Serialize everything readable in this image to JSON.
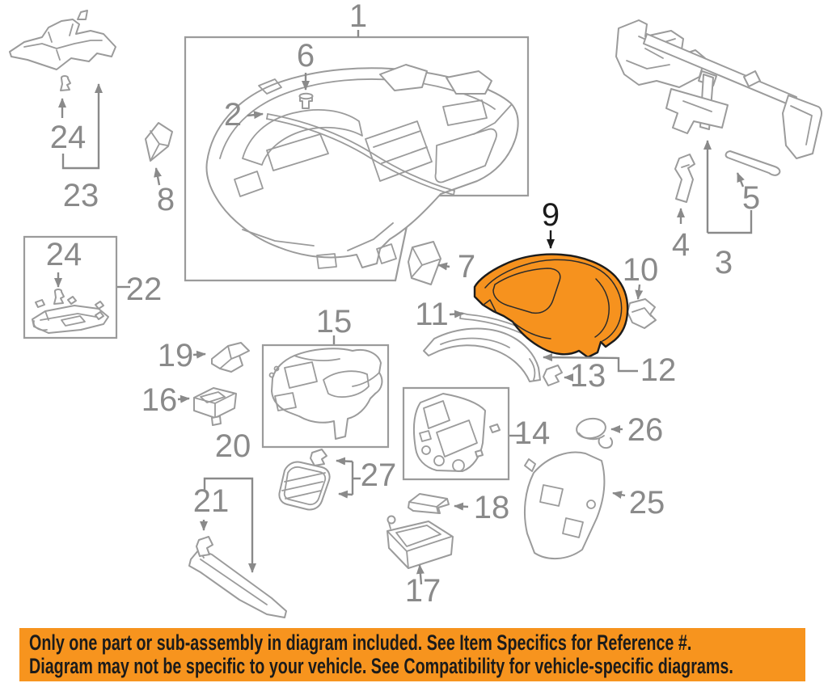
{
  "banner": {
    "line1": "Only one part or sub-assembly in diagram included. See Item Specifics for Reference #.",
    "line2": "Diagram may not be specific to your vehicle. See Compatibility for vehicle-specific diagrams.",
    "background": "#F7941E",
    "text_color": "#1B1B1B"
  },
  "diagram": {
    "type": "auto-parts-exploded-diagram",
    "subject": "instrument panel / dashboard assembly",
    "highlighted_part": "9",
    "highlight_color": "#F6921E",
    "line_color": "#9B9B9B",
    "label_color": "#8A8A8A",
    "highlight_label_color": "#1A1A1A",
    "labels": [
      {
        "n": "1"
      },
      {
        "n": "2"
      },
      {
        "n": "3"
      },
      {
        "n": "4"
      },
      {
        "n": "5"
      },
      {
        "n": "6"
      },
      {
        "n": "7"
      },
      {
        "n": "8"
      },
      {
        "n": "9"
      },
      {
        "n": "10"
      },
      {
        "n": "11"
      },
      {
        "n": "12"
      },
      {
        "n": "13"
      },
      {
        "n": "14"
      },
      {
        "n": "15"
      },
      {
        "n": "16"
      },
      {
        "n": "17"
      },
      {
        "n": "18"
      },
      {
        "n": "19"
      },
      {
        "n": "20"
      },
      {
        "n": "21"
      },
      {
        "n": "22"
      },
      {
        "n": "23"
      },
      {
        "n": "24"
      },
      {
        "n": "24"
      },
      {
        "n": "25"
      },
      {
        "n": "26"
      },
      {
        "n": "27"
      }
    ]
  }
}
